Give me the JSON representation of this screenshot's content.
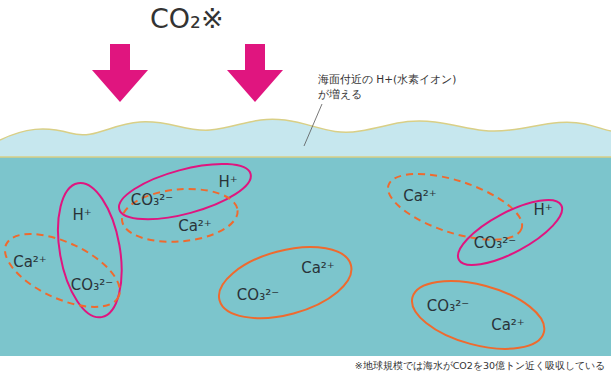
{
  "diagram": {
    "title": "CO₂※",
    "nodes": [
      {
        "text": [
          "H⁺",
          "CO₃²⁻"
        ]
      },
      {
        "text": [
          "Ca²⁺"
        ]
      },
      {
        "text": [
          "CO₃²⁻",
          "H⁺"
        ]
      },
      {
        "text": [
          "Ca²⁺"
        ]
      },
      {
        "text": [
          "CO₃²⁻",
          "Ca²⁺"
        ]
      },
      {
        "text": [
          "Ca²⁺"
        ]
      },
      {
        "text": [
          "H⁺",
          "CO₃²⁻"
        ]
      },
      {
        "text": [
          "CO₃²⁻",
          "Ca²⁺"
        ]
      }
    ],
    "labels": [
      "海面付近の H+(水素イオン)が増える",
      "※地球規模では海水がCO2を30億トン近く吸収している"
    ]
  }
}
